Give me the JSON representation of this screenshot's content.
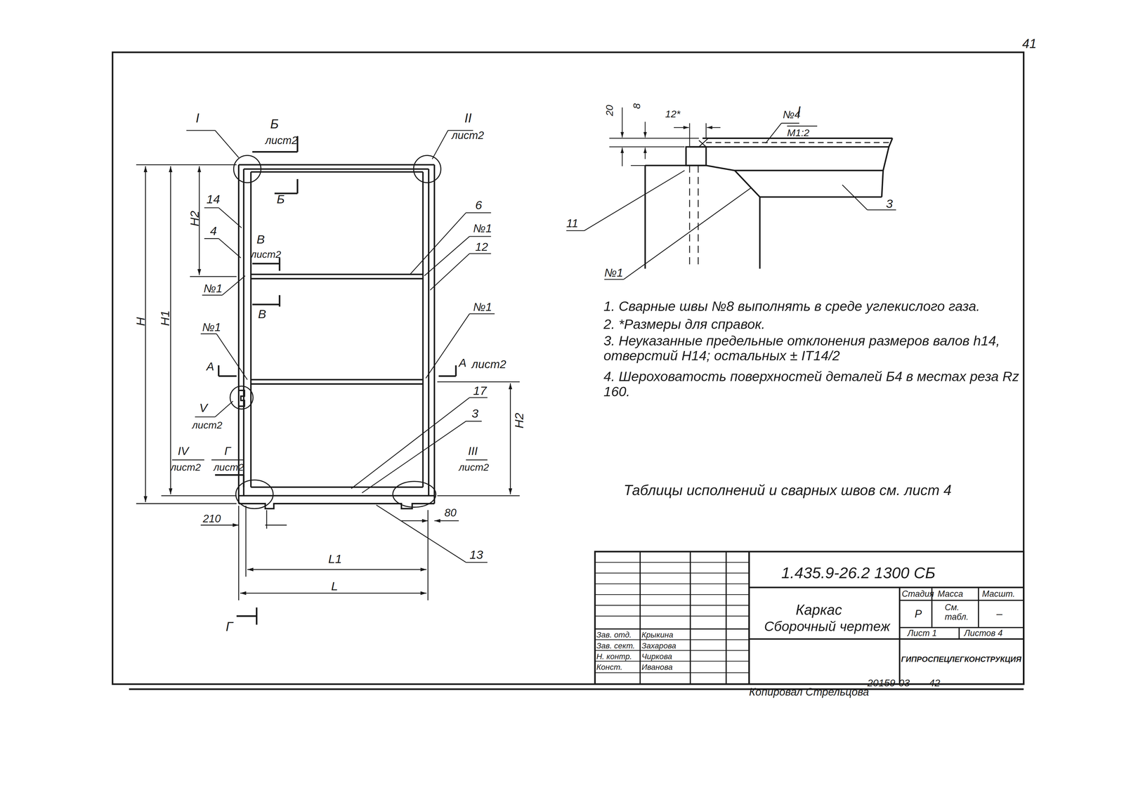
{
  "diagram": {
    "labels": [
      "41",
      "I",
      "Б",
      "лист2",
      "II",
      "лист2",
      "14",
      "4",
      "Н2",
      "В",
      "лист2",
      "Б",
      "№1",
      "В",
      "6",
      "№1",
      "12",
      "№1",
      "№1",
      "А",
      "А",
      "лист2",
      "V",
      "лист2",
      "17",
      "3",
      "IV",
      "лист2",
      "Г",
      "лист2",
      "III",
      "лист2",
      "Н2",
      "Н",
      "Н1",
      "210",
      "80",
      "13",
      "L1",
      "L",
      "Г",
      "I",
      "М1:2",
      "20",
      "8",
      "12*",
      "№4",
      "11",
      "№1",
      "3",
      "1. Сварные швы №8 выполнять в среде углекислого газа.",
      "2. *Размеры для справок.",
      "3. Неуказанные предельные отклонения размеров валов h14, отверстий H14; остальных ± IT14/2",
      "4. Шероховатость поверхностей деталей Б4 в местах реза Rz 160.",
      "Таблицы исполнений и сварных швов см. лист 4",
      "1.435.9-26.2 1300 СБ",
      "Каркас",
      "Сборочный чертеж",
      "Стадия",
      "Масса",
      "Масшт.",
      "Р",
      "См. табл.",
      "–",
      "Лист 1",
      "Листов 4",
      "ГИПРОСПЕЦЛЕГКОНСТРУКЦИЯ",
      "Зав. отд.",
      "Крыкина",
      "Зав. сект.",
      "Захарова",
      "Н. контр.",
      "Чиркова",
      "Конст.",
      "Иванова",
      "Копировал Стрельцова",
      "20159-03",
      "42"
    ]
  }
}
